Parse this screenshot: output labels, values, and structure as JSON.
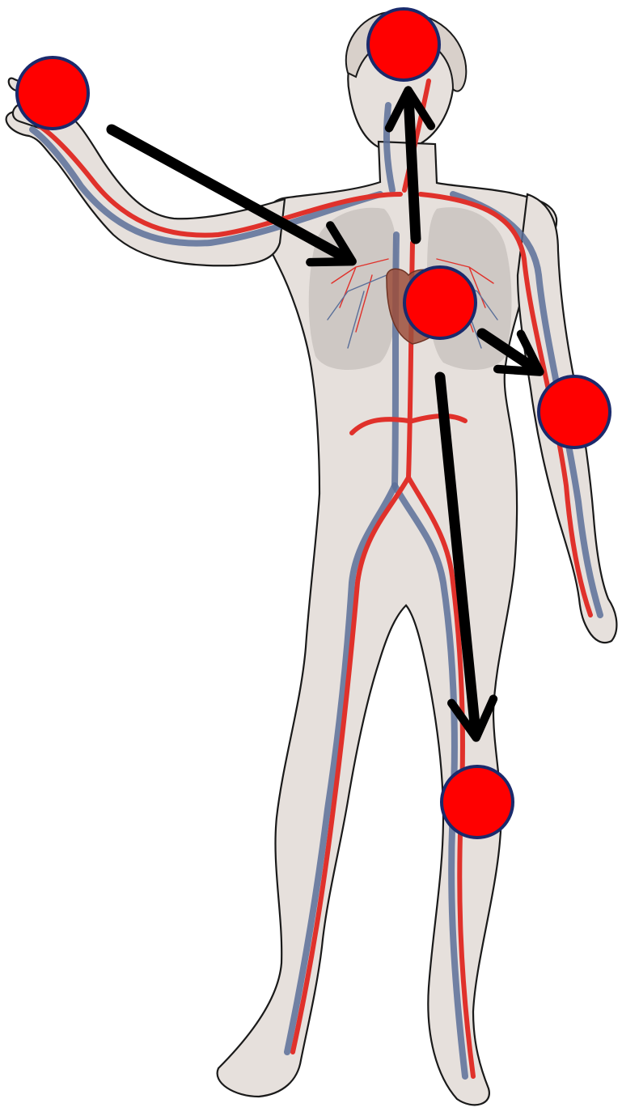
{
  "colors": {
    "background": "#ffffff",
    "skin": "#e6e0dc",
    "skin_shadow": "#c9c1bb",
    "outline": "#1a1a1a",
    "artery": "#e0312b",
    "vein": "#5a6f99",
    "lung": "#b9b4b1",
    "heart": "#9c4f3c",
    "node_fill": "#ff0000",
    "node_stroke": "#1a2a6c",
    "arrow": "#000000"
  },
  "nodes": [
    {
      "name": "heart-node"
    },
    {
      "name": "head-node"
    },
    {
      "name": "raised-hand-node"
    },
    {
      "name": "left-arm-node"
    },
    {
      "name": "knee-node"
    }
  ],
  "arrows": [
    {
      "name": "arrow-hand-to-lungs",
      "from": "raised-hand-node",
      "to": "lungs"
    },
    {
      "name": "arrow-heart-to-head",
      "from": "heart-node",
      "to": "head-node"
    },
    {
      "name": "arrow-heart-to-arm",
      "from": "heart-node",
      "to": "left-arm-node"
    },
    {
      "name": "arrow-heart-to-knee",
      "from": "heart-node",
      "to": "knee-node"
    }
  ]
}
